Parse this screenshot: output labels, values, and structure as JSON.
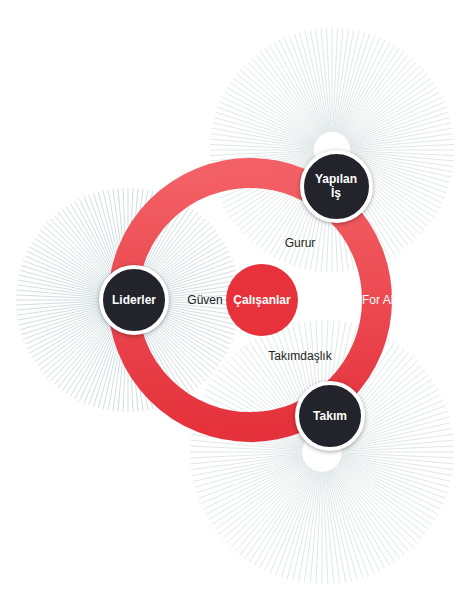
{
  "diagram": {
    "nodes": [
      {
        "text": [
          "Yapılan İş"
        ]
      },
      {
        "text": [
          "Liderler"
        ]
      },
      {
        "text": [
          "Çalışanlar"
        ]
      },
      {
        "text": [
          "For All"
        ]
      },
      {
        "text": [
          "Takım"
        ]
      }
    ],
    "labels": [
      "Gurur",
      "Güven",
      "Takımdaşlık"
    ]
  }
}
